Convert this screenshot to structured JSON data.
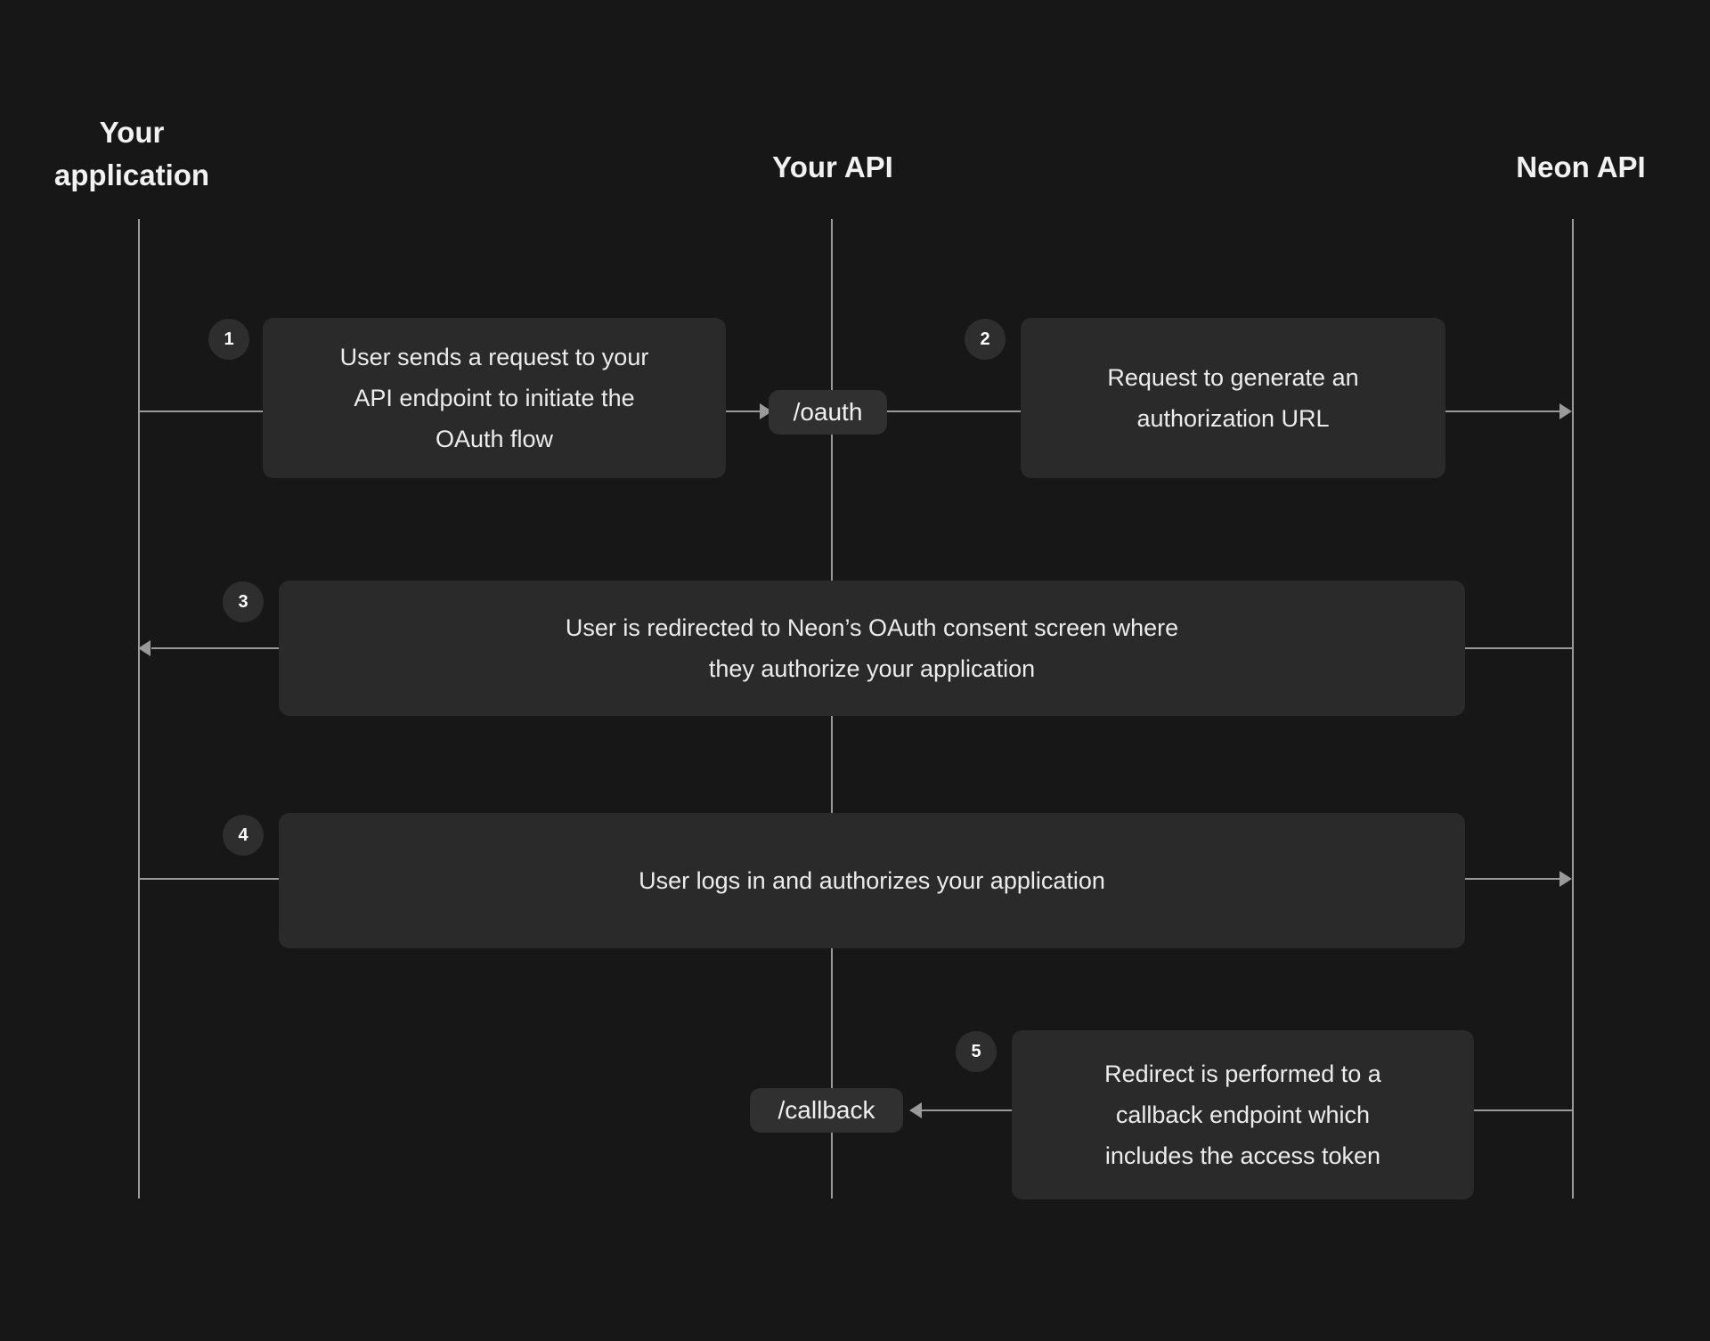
{
  "diagram": {
    "title": "Neon OAuth flow sequence diagram",
    "background_color": "#171717",
    "box_color": "#2a2a2a",
    "badge_color": "#2e2e2e",
    "line_color": "#9a9a9a",
    "text_color": "#ececec"
  },
  "lanes": [
    {
      "id": "your-application",
      "label": "Your\napplication"
    },
    {
      "id": "your-api",
      "label": "Your API"
    },
    {
      "id": "neon-api",
      "label": "Neon API"
    }
  ],
  "steps": [
    {
      "number": "1",
      "text": "User sends a request to your\nAPI endpoint to initiate the\nOAuth flow",
      "from": "your-application",
      "to": "your-api"
    },
    {
      "number": "2",
      "text": "Request to generate an\nauthorization URL",
      "from": "your-api",
      "to": "neon-api"
    },
    {
      "number": "3",
      "text": "User is redirected to Neon’s OAuth consent screen where\nthey authorize your application",
      "from": "neon-api",
      "to": "your-application"
    },
    {
      "number": "4",
      "text": "User logs in and authorizes your application",
      "from": "your-application",
      "to": "neon-api"
    },
    {
      "number": "5",
      "text": "Redirect is performed to a\ncallback endpoint which\nincludes the access token",
      "from": "neon-api",
      "to": "your-api"
    }
  ],
  "endpoints": [
    {
      "id": "oauth",
      "label": "/oauth"
    },
    {
      "id": "callback",
      "label": "/callback"
    }
  ]
}
